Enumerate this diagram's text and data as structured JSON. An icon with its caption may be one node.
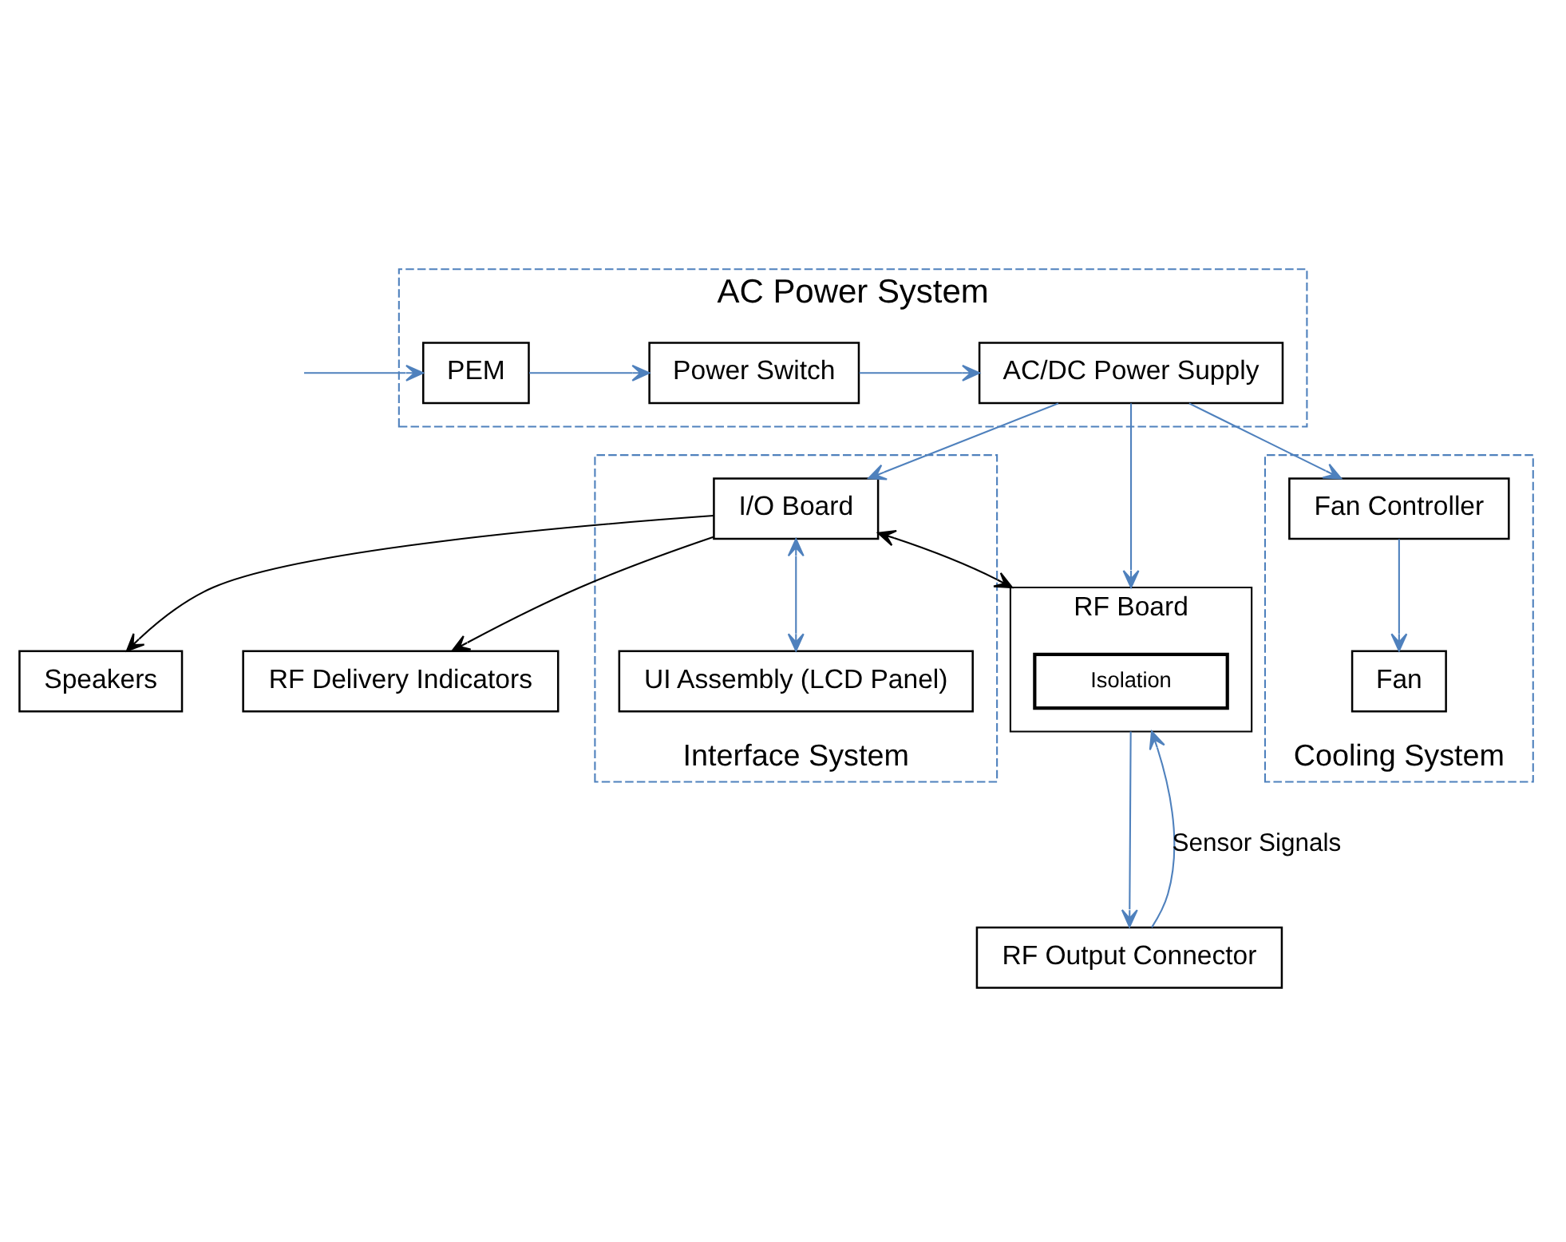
{
  "diagram": {
    "nodes": [
      {
        "text": [
          "AC Power System"
        ]
      },
      {
        "text": [
          "PEM"
        ],
        "in": 0
      },
      {
        "text": [
          "Power Switch"
        ],
        "in": 0
      },
      {
        "text": [
          "AC/DC Power Supply"
        ],
        "in": 0
      },
      {
        "text": [
          "Speakers"
        ]
      },
      {
        "text": [
          "Interface System"
        ]
      },
      {
        "text": [
          "I/O Board"
        ],
        "in": 5
      },
      {
        "text": [
          "RF Delivery Indicators"
        ]
      },
      {
        "text": [
          "UI Assembly (LCD Panel)"
        ],
        "in": 5
      },
      {
        "text": [
          "RF Board"
        ]
      },
      {
        "text": [
          "Isolation"
        ],
        "in": 9
      },
      {
        "text": [
          "RF Output Connector"
        ]
      },
      {
        "text": [
          "Cooling System"
        ]
      },
      {
        "text": [
          "Fan Controller"
        ],
        "in": 12
      },
      {
        "text": [
          "Fan"
        ],
        "in": 12
      }
    ],
    "edges": [
      {
        "from": null,
        "to": 1,
        "arrow": "to"
      },
      {
        "from": 1,
        "to": 2,
        "arrow": "to"
      },
      {
        "from": 2,
        "to": 3,
        "arrow": "to"
      },
      {
        "from": 3,
        "to": 13,
        "arrow": "to"
      },
      {
        "from": 3,
        "to": 6,
        "arrow": "to"
      },
      {
        "from": 3,
        "to": 9,
        "arrow": "to"
      },
      {
        "from": 13,
        "to": 14,
        "arrow": "to"
      },
      {
        "from": 6,
        "to": 4,
        "arrow": "to",
        "color": "#000000"
      },
      {
        "from": 6,
        "to": 7,
        "arrow": "to",
        "color": "#000000"
      },
      {
        "from": 6,
        "to": 9,
        "arrow": "both",
        "color": "#000000"
      },
      {
        "from": 6,
        "to": 8,
        "arrow": "both"
      },
      {
        "from": 9,
        "to": 11,
        "arrow": "to"
      },
      {
        "from": 11,
        "to": 9,
        "arrow": "to",
        "label": "Sensor Signals"
      }
    ]
  }
}
